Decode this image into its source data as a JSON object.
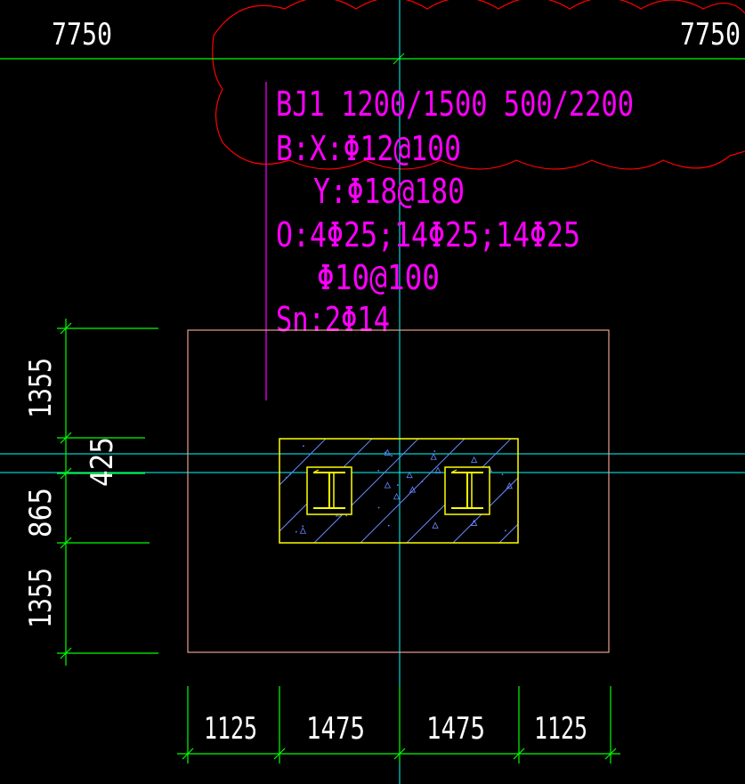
{
  "colors": {
    "background": "#000000",
    "axis": "#00ff00",
    "centerline": "#00ffff",
    "annotation": "#ff00ff",
    "cloud": "#ff0000",
    "footing": "#e8a090",
    "pedestal": "#ffff00",
    "hatch": "#6688ff",
    "dimension": "#00ff00",
    "dimension_text": "#ffffff"
  },
  "axis_labels": {
    "left": "7750",
    "right": "7750"
  },
  "annotation_lines": [
    "BJ1 1200/1500 500/2200",
    "B:X:Φ12@100",
    "Y:Φ18@180",
    "O:4Φ25;14Φ25;14Φ25",
    "Φ10@100",
    "Sn:2Φ14"
  ],
  "dimensions": {
    "vertical": [
      "1355",
      "425",
      "865",
      "1355"
    ],
    "horizontal": [
      "1125",
      "1475",
      "1475",
      "1125"
    ]
  },
  "icons": {
    "column_section": "h-beam-icon"
  }
}
